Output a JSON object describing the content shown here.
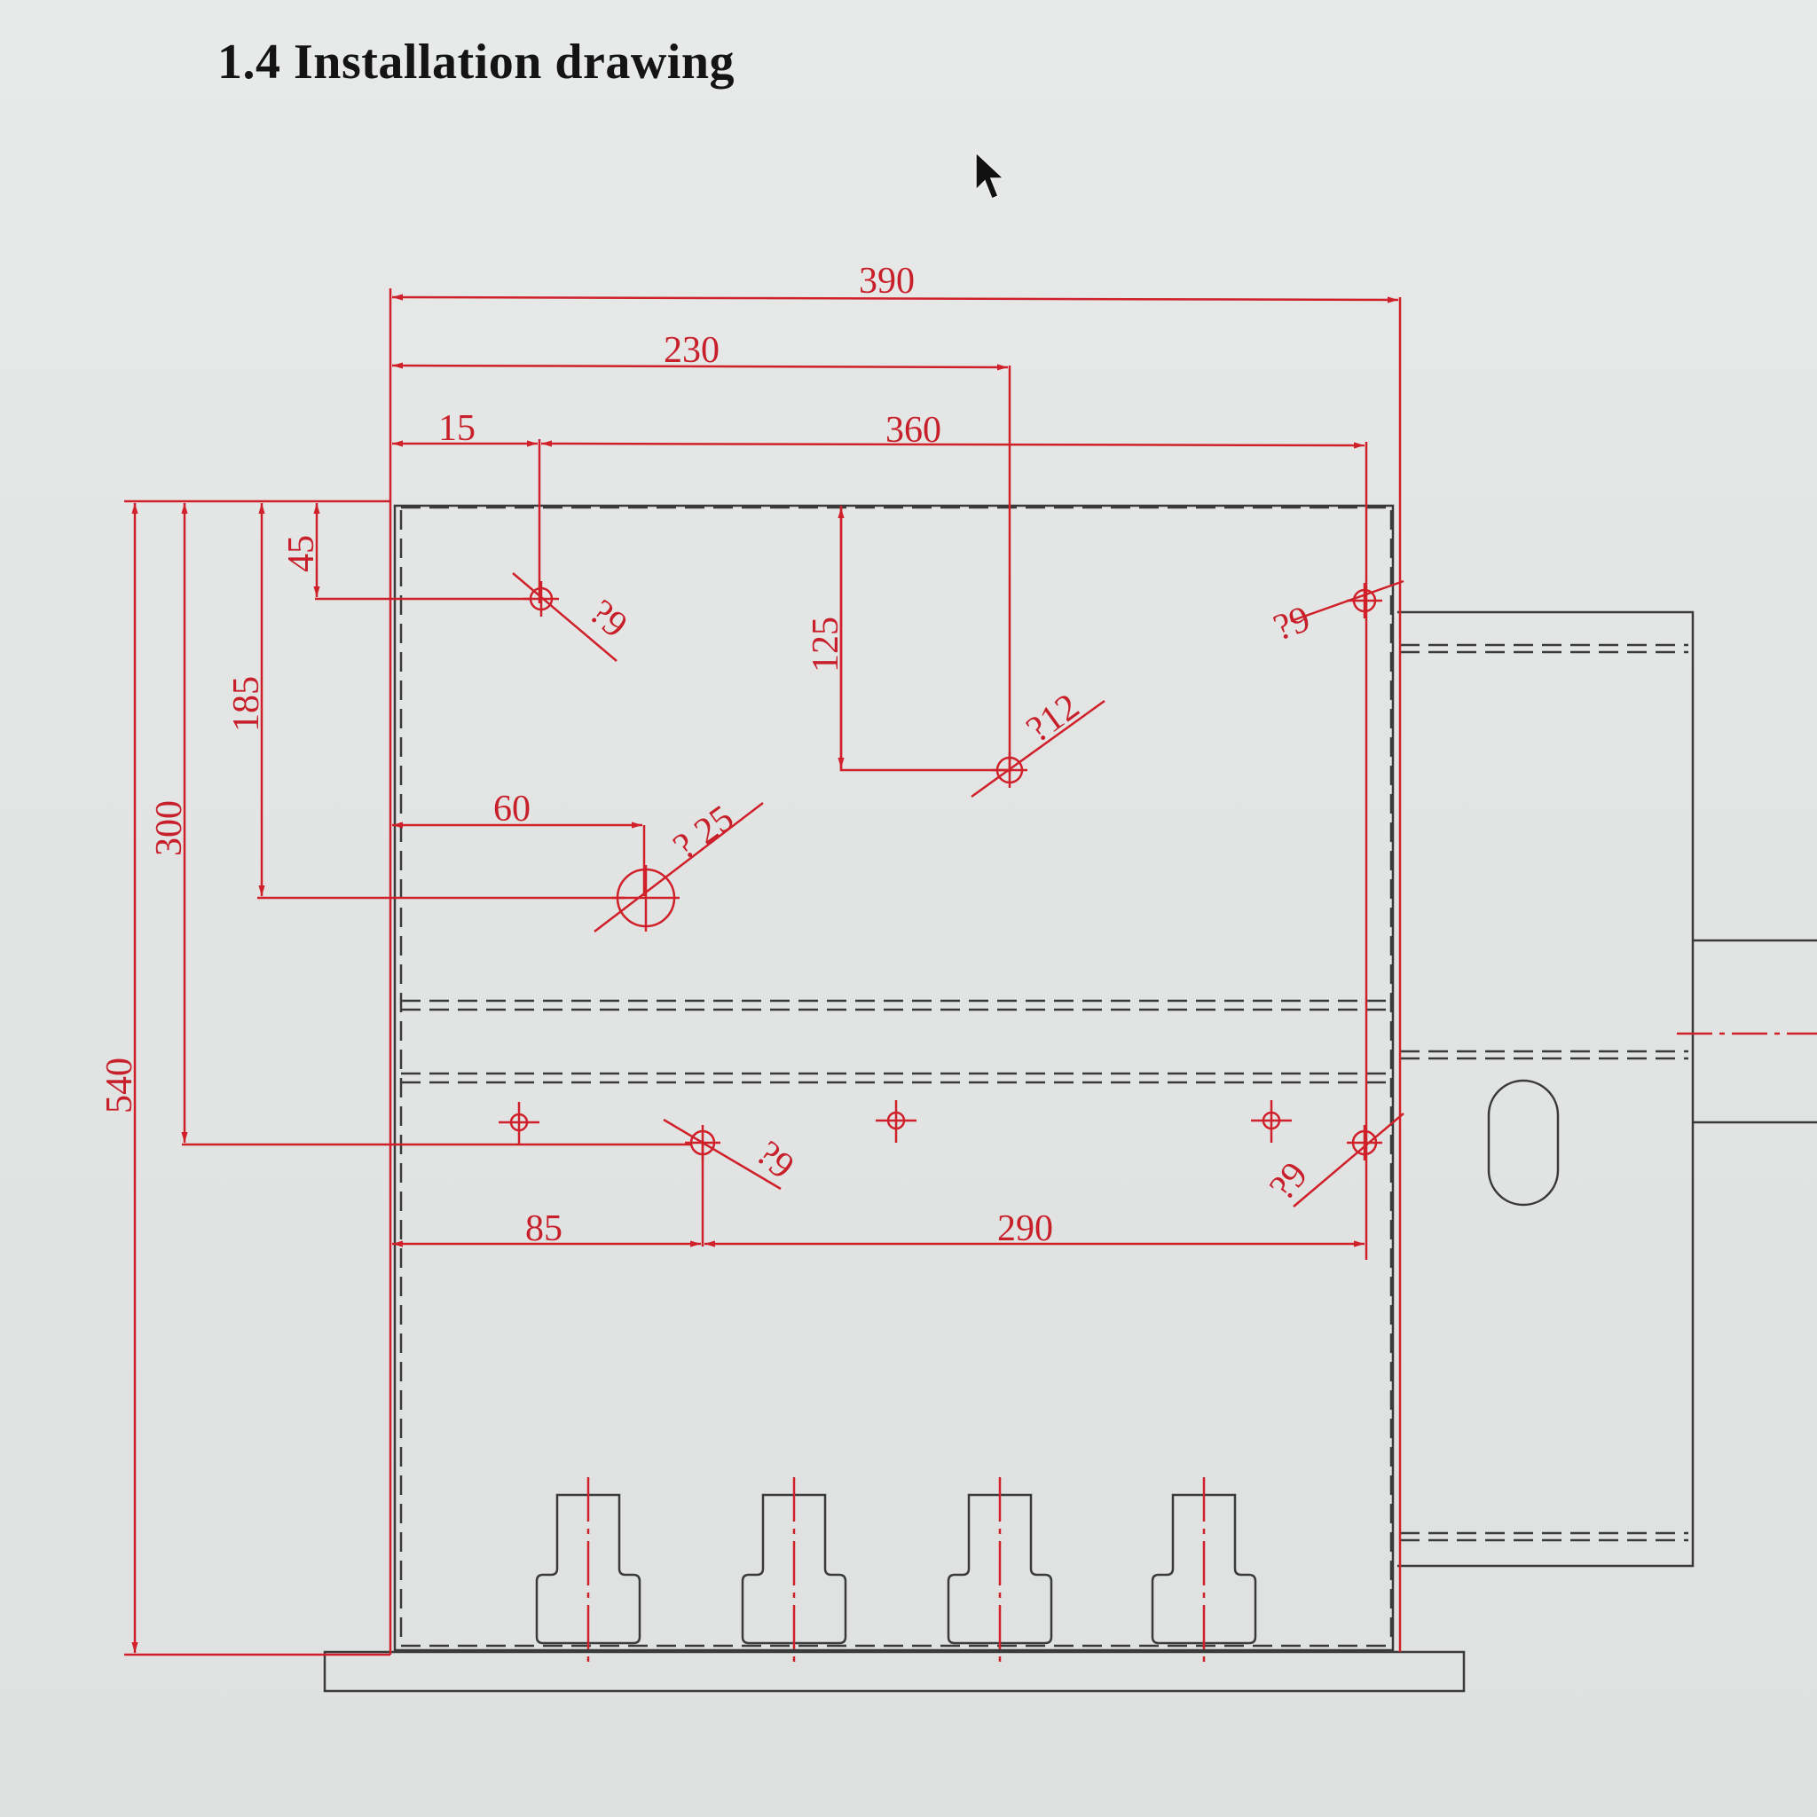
{
  "title": "1.4 Installation drawing",
  "colors": {
    "dimension": "#d0202a",
    "outline": "#333333",
    "background": "#e4e6e6"
  },
  "dimensions": {
    "overall_width": "390",
    "d_230": "230",
    "d_15": "15",
    "d_360": "360",
    "d_45": "45",
    "d_185": "185",
    "d_300": "300",
    "d_540": "540",
    "d_125": "125",
    "d_60": "60",
    "d_85": "85",
    "d_290": "290"
  },
  "holes": {
    "top_left": "?9",
    "top_right": "?9",
    "center": "?12",
    "large": "? 25",
    "bottom_left": "?9",
    "bottom_right": "?9"
  },
  "cursor_icon": "arrow-cursor-icon"
}
